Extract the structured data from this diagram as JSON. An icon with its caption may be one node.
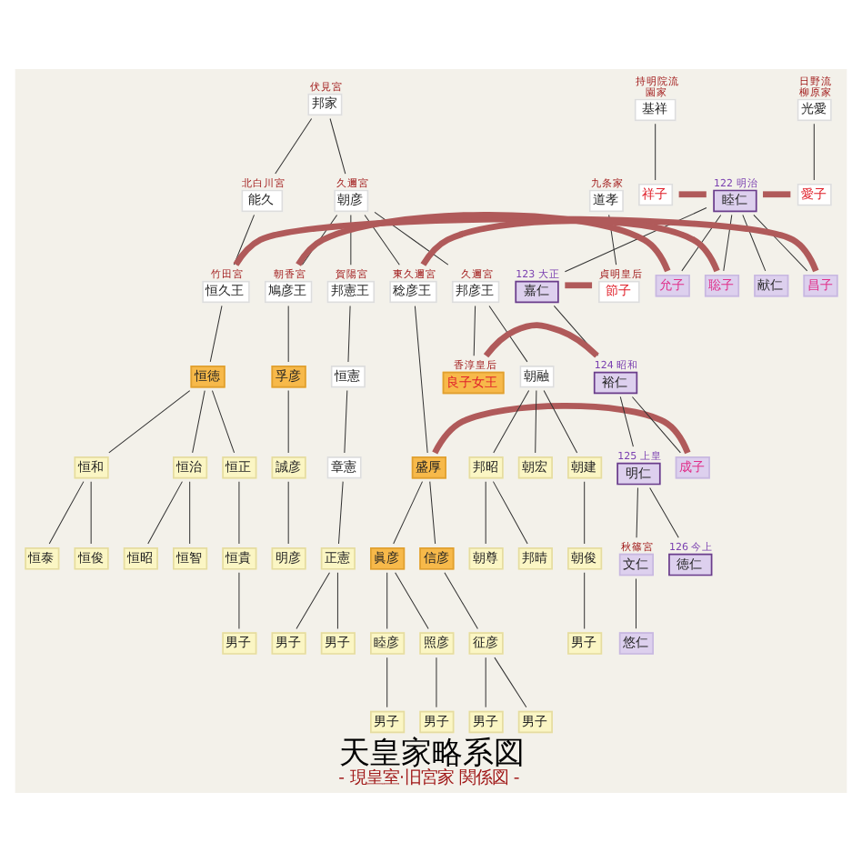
{
  "diagram": {
    "title": "天皇家略系図",
    "caption": "- 現皇室·旧宮家 関係図 -",
    "nodes": [
      {
        "text": [
          "邦家"
        ],
        "beside": [
          "伏見宮"
        ]
      },
      {
        "text": [
          "能久"
        ],
        "beside": [
          "北白川宮"
        ]
      },
      {
        "text": [
          "朝彦"
        ],
        "beside": [
          "久邇宮"
        ]
      },
      {
        "text": [
          "基祥"
        ],
        "beside": [
          "持明院流",
          "園家"
        ]
      },
      {
        "text": [
          "光愛"
        ],
        "beside": [
          "日野流",
          "柳原家"
        ]
      },
      {
        "text": [
          "祥子"
        ]
      },
      {
        "text": [
          "睦仁"
        ],
        "beside": [
          "122 明治"
        ]
      },
      {
        "text": [
          "愛子"
        ]
      },
      {
        "text": [
          "道孝"
        ],
        "beside": [
          "九条家"
        ]
      },
      {
        "text": [
          "恒久王"
        ],
        "beside": [
          "竹田宮"
        ]
      },
      {
        "text": [
          "昌子"
        ]
      },
      {
        "text": [
          "鳩彦王"
        ],
        "beside": [
          "朝香宮"
        ]
      },
      {
        "text": [
          "允子"
        ]
      },
      {
        "text": [
          "邦憲王"
        ],
        "beside": [
          "賀陽宮"
        ]
      },
      {
        "text": [
          "稔彦王"
        ],
        "beside": [
          "東久邇宮"
        ]
      },
      {
        "text": [
          "聡子"
        ]
      },
      {
        "text": [
          "邦彦王"
        ],
        "beside": [
          "久邇宮"
        ]
      },
      {
        "text": [
          "献仁"
        ]
      },
      {
        "text": [
          "嘉仁"
        ],
        "beside": [
          "123 大正"
        ]
      },
      {
        "text": [
          "節子"
        ],
        "beside": [
          "貞明皇后"
        ]
      },
      {
        "text": [
          "恒徳"
        ]
      },
      {
        "text": [
          "孚彦"
        ]
      },
      {
        "text": [
          "恒憲"
        ]
      },
      {
        "text": [
          "盛厚"
        ]
      },
      {
        "text": [
          "朝融"
        ]
      },
      {
        "text": [
          "良子女王"
        ],
        "beside": [
          "香淳皇后"
        ]
      },
      {
        "text": [
          "裕仁"
        ],
        "beside": [
          "124 昭和"
        ]
      },
      {
        "text": [
          "成子"
        ]
      },
      {
        "text": [
          "恒和"
        ]
      },
      {
        "text": [
          "恒治"
        ]
      },
      {
        "text": [
          "恒正"
        ]
      },
      {
        "text": [
          "誠彦"
        ]
      },
      {
        "text": [
          "章憲"
        ]
      },
      {
        "text": [
          "眞彦"
        ]
      },
      {
        "text": [
          "信彦"
        ]
      },
      {
        "text": [
          "朝宏"
        ]
      },
      {
        "text": [
          "朝建"
        ]
      },
      {
        "text": [
          "邦昭"
        ]
      },
      {
        "text": [
          "明仁"
        ],
        "beside": [
          "125 上皇"
        ]
      },
      {
        "text": [
          "恒俊"
        ]
      },
      {
        "text": [
          "恒泰"
        ]
      },
      {
        "text": [
          "恒智"
        ]
      },
      {
        "text": [
          "恒昭"
        ]
      },
      {
        "text": [
          "恒貴"
        ]
      },
      {
        "text": [
          "明彦"
        ]
      },
      {
        "text": [
          "正憲"
        ]
      },
      {
        "text": [
          "睦彦"
        ]
      },
      {
        "text": [
          "照彦"
        ]
      },
      {
        "text": [
          "征彦"
        ]
      },
      {
        "text": [
          "朝俊"
        ]
      },
      {
        "text": [
          "邦晴"
        ]
      },
      {
        "text": [
          "朝尊"
        ]
      },
      {
        "text": [
          "文仁"
        ],
        "beside": [
          "秋篠宮"
        ]
      },
      {
        "text": [
          "徳仁"
        ],
        "beside": [
          "126 今上"
        ]
      },
      {
        "text": [
          "男子"
        ]
      },
      {
        "text": [
          "男子"
        ]
      },
      {
        "text": [
          "男子"
        ]
      },
      {
        "text": [
          "男子"
        ]
      },
      {
        "text": [
          "悠仁"
        ]
      },
      {
        "text": [
          "男子"
        ]
      },
      {
        "text": [
          "男子"
        ]
      },
      {
        "text": [
          "男子"
        ]
      },
      {
        "text": [
          "男子"
        ]
      }
    ],
    "edges": [
      {
        "from": 0,
        "to": 1,
        "arrow": "none"
      },
      {
        "from": 0,
        "to": 2,
        "arrow": "none"
      },
      {
        "from": 3,
        "to": 5,
        "arrow": "none"
      },
      {
        "from": 4,
        "to": 7,
        "arrow": "none"
      },
      {
        "from": 5,
        "to": 6,
        "arrow": "none",
        "style": "thick",
        "color": "#b05a5a"
      },
      {
        "from": 6,
        "to": 7,
        "arrow": "none",
        "style": "thick",
        "color": "#b05a5a"
      },
      {
        "from": 1,
        "to": 9,
        "arrow": "none"
      },
      {
        "from": 6,
        "to": 10,
        "arrow": "none"
      },
      {
        "from": 6,
        "to": 12,
        "arrow": "none"
      },
      {
        "from": 6,
        "to": 15,
        "arrow": "none"
      },
      {
        "from": 6,
        "to": 17,
        "arrow": "none"
      },
      {
        "from": 6,
        "to": 18,
        "arrow": "none"
      },
      {
        "from": 2,
        "to": 11,
        "arrow": "none"
      },
      {
        "from": 2,
        "to": 13,
        "arrow": "none"
      },
      {
        "from": 2,
        "to": 14,
        "arrow": "none"
      },
      {
        "from": 2,
        "to": 16,
        "arrow": "none"
      },
      {
        "from": 8,
        "to": 19,
        "arrow": "none"
      },
      {
        "from": 9,
        "to": 10,
        "arrow": "none",
        "style": "thick",
        "color": "#b05a5a"
      },
      {
        "from": 11,
        "to": 12,
        "arrow": "none",
        "style": "thick",
        "color": "#b05a5a"
      },
      {
        "from": 14,
        "to": 15,
        "arrow": "none",
        "style": "thick",
        "color": "#b05a5a"
      },
      {
        "from": 18,
        "to": 19,
        "arrow": "none",
        "style": "thick",
        "color": "#b05a5a"
      },
      {
        "from": 9,
        "to": 20,
        "arrow": "none"
      },
      {
        "from": 11,
        "to": 21,
        "arrow": "none"
      },
      {
        "from": 13,
        "to": 22,
        "arrow": "none"
      },
      {
        "from": 14,
        "to": 23,
        "arrow": "none"
      },
      {
        "from": 16,
        "to": 24,
        "arrow": "none"
      },
      {
        "from": 16,
        "to": 25,
        "arrow": "none"
      },
      {
        "from": 18,
        "to": 26,
        "arrow": "none"
      },
      {
        "from": 25,
        "to": 26,
        "arrow": "none",
        "style": "thick",
        "color": "#b05a5a"
      },
      {
        "from": 26,
        "to": 27,
        "arrow": "none"
      },
      {
        "from": 26,
        "to": 38,
        "arrow": "none"
      },
      {
        "from": 23,
        "to": 27,
        "arrow": "none",
        "style": "thick",
        "color": "#b05a5a"
      },
      {
        "from": 20,
        "to": 28,
        "arrow": "none"
      },
      {
        "from": 20,
        "to": 29,
        "arrow": "none"
      },
      {
        "from": 20,
        "to": 30,
        "arrow": "none"
      },
      {
        "from": 21,
        "to": 31,
        "arrow": "none"
      },
      {
        "from": 22,
        "to": 32,
        "arrow": "none"
      },
      {
        "from": 23,
        "to": 33,
        "arrow": "none"
      },
      {
        "from": 23,
        "to": 34,
        "arrow": "none"
      },
      {
        "from": 24,
        "to": 35,
        "arrow": "none"
      },
      {
        "from": 24,
        "to": 36,
        "arrow": "none"
      },
      {
        "from": 24,
        "to": 37,
        "arrow": "none"
      },
      {
        "from": 28,
        "to": 39,
        "arrow": "none"
      },
      {
        "from": 28,
        "to": 40,
        "arrow": "none"
      },
      {
        "from": 29,
        "to": 41,
        "arrow": "none"
      },
      {
        "from": 29,
        "to": 42,
        "arrow": "none"
      },
      {
        "from": 30,
        "to": 43,
        "arrow": "none"
      },
      {
        "from": 31,
        "to": 44,
        "arrow": "none"
      },
      {
        "from": 32,
        "to": 45,
        "arrow": "none"
      },
      {
        "from": 33,
        "to": 46,
        "arrow": "none"
      },
      {
        "from": 33,
        "to": 47,
        "arrow": "none"
      },
      {
        "from": 34,
        "to": 48,
        "arrow": "none"
      },
      {
        "from": 36,
        "to": 49,
        "arrow": "none"
      },
      {
        "from": 37,
        "to": 50,
        "arrow": "none"
      },
      {
        "from": 37,
        "to": 51,
        "arrow": "none"
      },
      {
        "from": 38,
        "to": 52,
        "arrow": "none"
      },
      {
        "from": 38,
        "to": 53,
        "arrow": "none"
      },
      {
        "from": 43,
        "to": 54,
        "arrow": "none"
      },
      {
        "from": 45,
        "to": 55,
        "arrow": "none"
      },
      {
        "from": 45,
        "to": 56,
        "arrow": "none"
      },
      {
        "from": 49,
        "to": 57,
        "arrow": "none"
      },
      {
        "from": 52,
        "to": 58,
        "arrow": "none"
      },
      {
        "from": 46,
        "to": 59,
        "arrow": "none"
      },
      {
        "from": 47,
        "to": 60,
        "arrow": "none"
      },
      {
        "from": 48,
        "to": 61,
        "arrow": "none"
      },
      {
        "from": 48,
        "to": 62,
        "arrow": "none"
      }
    ]
  }
}
